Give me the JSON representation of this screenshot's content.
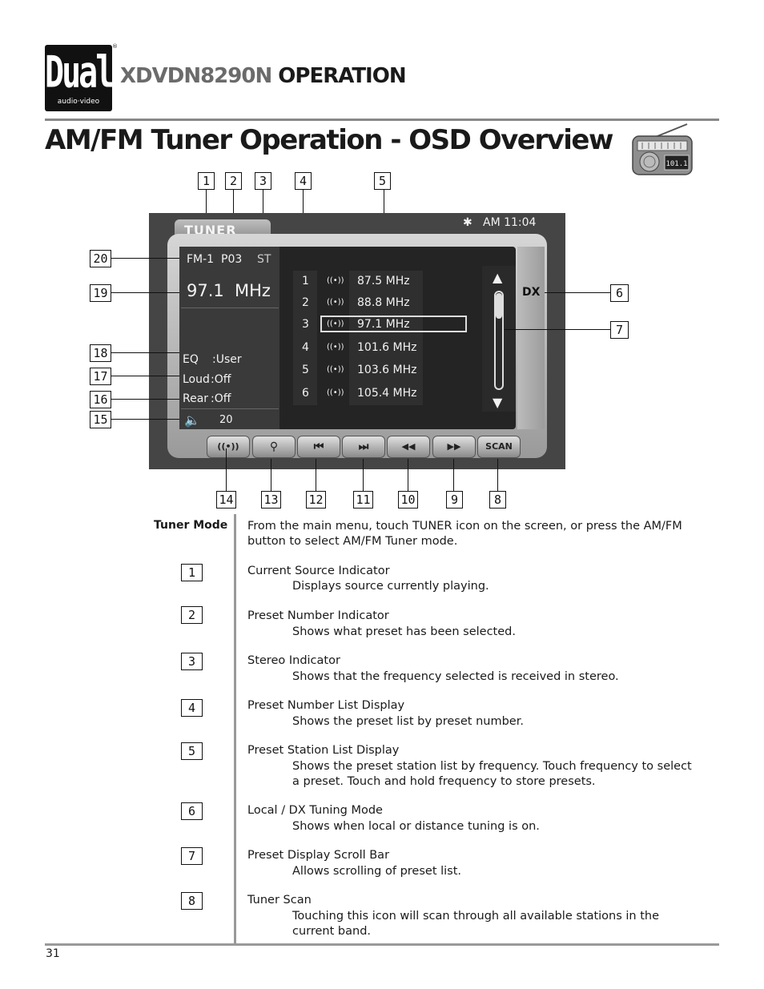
{
  "header": {
    "logo_text": "Dual",
    "logo_subtext": "audio·video",
    "logo_reg": "®",
    "model": "XDVDN8290N",
    "section": "OPERATION"
  },
  "page_title": "AM/FM Tuner Operation - OSD Overview",
  "radio_icon": {
    "name": "radio-icon",
    "display": "101.1"
  },
  "screen": {
    "tab_label": "TUNER",
    "clock": "AM 11:04",
    "band": "FM-1",
    "preset": "P03",
    "stereo": "ST",
    "frequency": "97.1",
    "unit": "MHz",
    "eq_label": "EQ",
    "eq_value": ":User",
    "loud_label": "Loud",
    "loud_value": ":Off",
    "rear_label": "Rear",
    "rear_value": ":Off",
    "volume": "20",
    "dx": "DX",
    "presets": [
      {
        "num": "1",
        "freq": "87.5 MHz"
      },
      {
        "num": "2",
        "freq": "88.8 MHz"
      },
      {
        "num": "3",
        "freq": "97.1 MHz"
      },
      {
        "num": "4",
        "freq": "101.6 MHz"
      },
      {
        "num": "5",
        "freq": "103.6 MHz"
      },
      {
        "num": "6",
        "freq": "105.4 MHz"
      }
    ],
    "selected_preset_index": 2,
    "controls": [
      {
        "name": "antenna-button",
        "icon": "((•))"
      },
      {
        "name": "search-button",
        "icon": "⚲"
      },
      {
        "name": "skip-back-button",
        "icon": "⏮"
      },
      {
        "name": "skip-forward-button",
        "icon": "⏭"
      },
      {
        "name": "rewind-button",
        "icon": "◀◀"
      },
      {
        "name": "fast-forward-button",
        "icon": "▶▶"
      },
      {
        "name": "scan-button",
        "icon": "SCAN"
      }
    ]
  },
  "callouts": {
    "c1": "1",
    "c2": "2",
    "c3": "3",
    "c4": "4",
    "c5": "5",
    "c6": "6",
    "c7": "7",
    "c8": "8",
    "c9": "9",
    "c10": "10",
    "c11": "11",
    "c12": "12",
    "c13": "13",
    "c14": "14",
    "c15": "15",
    "c16": "16",
    "c17": "17",
    "c18": "18",
    "c19": "19",
    "c20": "20"
  },
  "description": {
    "mode_label": "Tuner Mode",
    "intro": "From the main menu, touch TUNER icon on the screen, or press the AM/FM button to select AM/FM Tuner mode.",
    "items": [
      {
        "num": "1",
        "title": "Current Source Indicator",
        "body": "Displays source currently playing."
      },
      {
        "num": "2",
        "title": "Preset Number Indicator",
        "body": "Shows what preset has been selected."
      },
      {
        "num": "3",
        "title": "Stereo Indicator",
        "body": "Shows that the frequency selected is received in stereo."
      },
      {
        "num": "4",
        "title": "Preset Number List Display",
        "body": "Shows the preset list by preset number."
      },
      {
        "num": "5",
        "title": "Preset Station List Display",
        "body": "Shows the preset station list by frequency. Touch frequency to select a preset. Touch and hold frequency to store presets."
      },
      {
        "num": "6",
        "title": "Local / DX Tuning Mode",
        "body": "Shows when local or distance tuning is on."
      },
      {
        "num": "7",
        "title": "Preset Display Scroll Bar",
        "body": "Allows scrolling of preset list."
      },
      {
        "num": "8",
        "title": "Tuner Scan",
        "body": "Touching this icon will scan through all available stations in the current band."
      }
    ]
  },
  "page_number": "31"
}
